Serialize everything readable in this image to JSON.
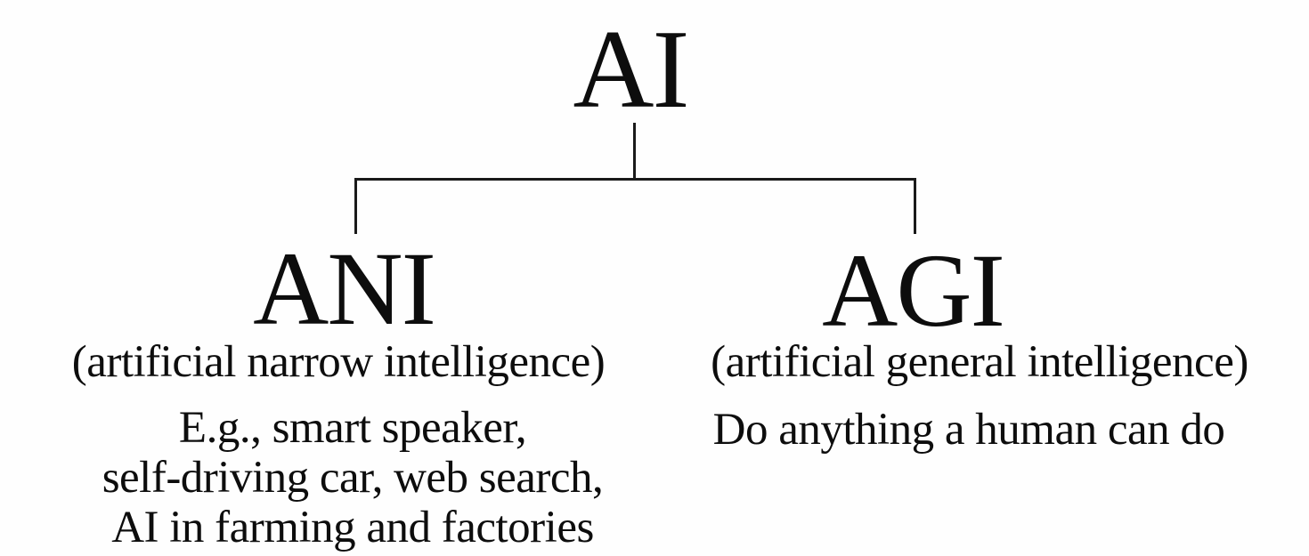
{
  "diagram": {
    "background_color": "#fefefe",
    "text_color": "#0d0d0d",
    "line_color": "#1a1a1a",
    "root": {
      "label": "AI"
    },
    "branches": [
      {
        "abbr": "ANI",
        "full": "(artificial narrow intelligence)",
        "desc_lines": [
          "E.g., smart speaker,",
          "self-driving car, web search,",
          "AI in farming and factories"
        ]
      },
      {
        "abbr": "AGI",
        "full": "(artificial general intelligence)",
        "desc_lines": [
          "Do anything a human can do"
        ]
      }
    ]
  }
}
